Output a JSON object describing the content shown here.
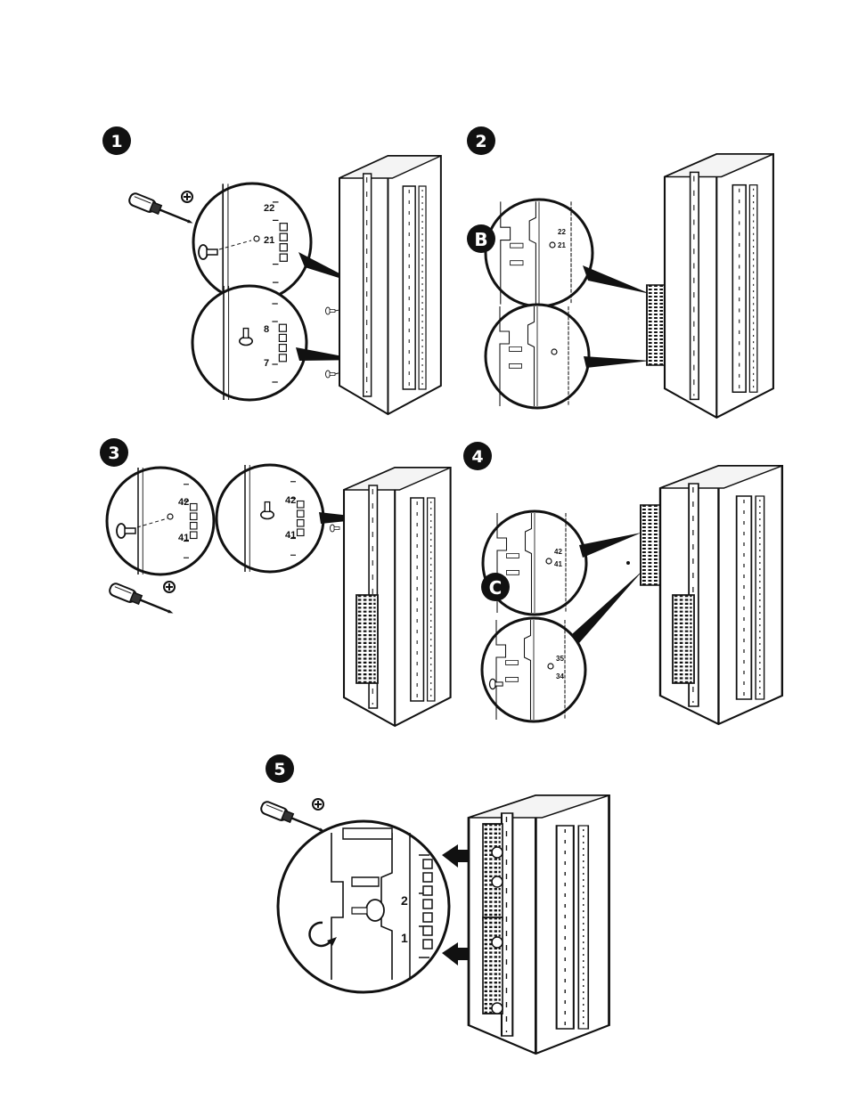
{
  "steps": [
    {
      "number": "1"
    },
    {
      "number": "2",
      "callout": "B"
    },
    {
      "number": "3"
    },
    {
      "number": "4",
      "callout": "C"
    },
    {
      "number": "5"
    }
  ],
  "detail_labels": {
    "step1_top": [
      "22",
      "21"
    ],
    "step1_bottom": [
      "8",
      "7"
    ],
    "step2_top": [
      "22",
      "21"
    ],
    "step3_left": [
      "42",
      "41"
    ],
    "step3_right": [
      "42",
      "41"
    ],
    "step4_top": [
      "42",
      "41"
    ],
    "step4_bottom": [
      "35",
      "34"
    ],
    "step5": [
      "2",
      "1"
    ]
  },
  "colors": {
    "ink": "#111111",
    "paper": "#ffffff",
    "panel": "#f2f2f2"
  },
  "icons": [
    "screwdriver-icon",
    "phillips-head-icon",
    "screw-icon",
    "rotate-arrow-icon",
    "push-arrow-icon"
  ]
}
